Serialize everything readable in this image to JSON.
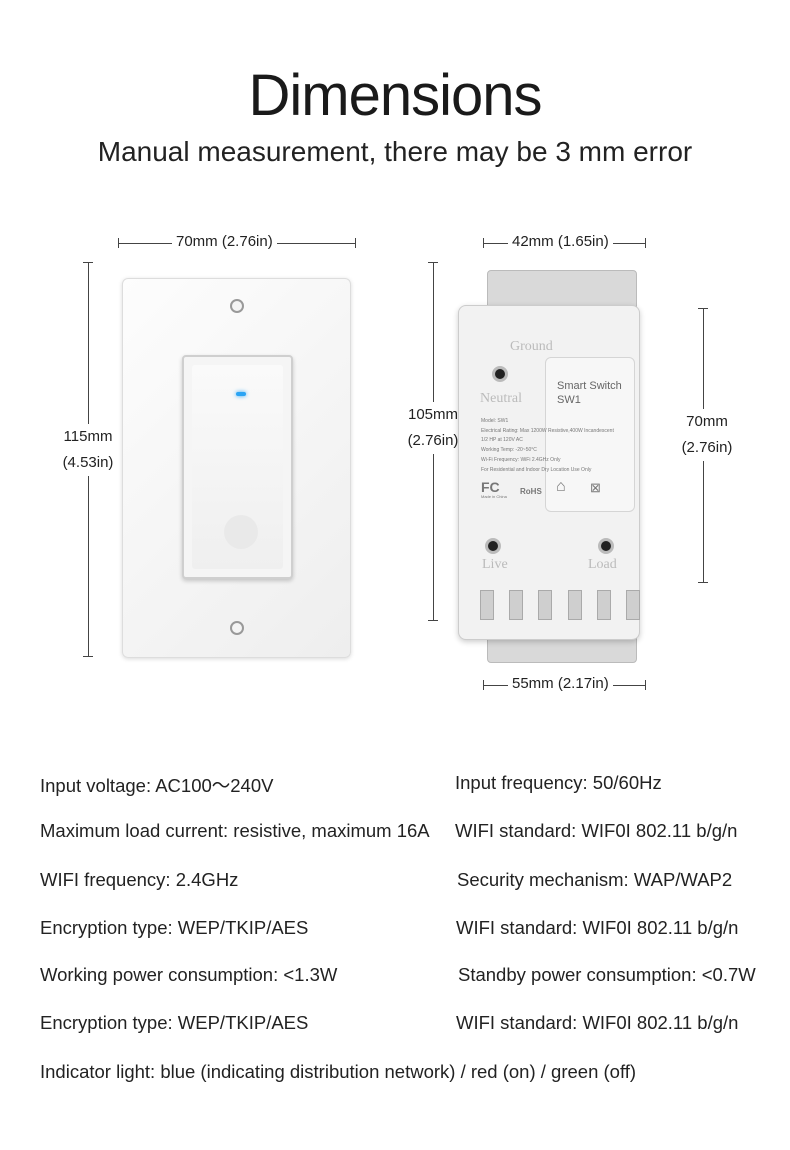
{
  "header": {
    "title": "Dimensions",
    "subtitle": "Manual measurement, there may be 3 mm error"
  },
  "dimensions": {
    "plate_width": "70mm (2.76in)",
    "plate_height_mm": "115mm",
    "plate_height_in": "(4.53in)",
    "module_top_width": "42mm (1.65in)",
    "module_height_mm": "105mm",
    "module_height_in": "(2.76in)",
    "module_body_height_mm": "70mm",
    "module_body_height_in": "(2.76in)",
    "module_bottom_width": "55mm (2.17in)"
  },
  "module_label": {
    "ground": "Ground",
    "neutral": "Neutral",
    "live": "Live",
    "load": "Load",
    "name": "Smart Switch",
    "model_short": "SW1",
    "lines": [
      "Model: SW1",
      "Electrical Rating: Max 1200W Resistive,400W Incandescent",
      "1/2 HP at 120V AC",
      "Working Temp: -20~50°C",
      "Wi-Fi Frequency: WiFi 2.4GHz Only",
      "For Residential and Indoor Dry Location Use Only"
    ],
    "fc": "FC",
    "rohs": "RoHS",
    "made_in": "Made in China"
  },
  "specs": [
    {
      "left": "Input voltage: AC100～240V",
      "right": "Input frequency: 50/60Hz"
    },
    {
      "left": "Maximum load current: resistive, maximum 16A",
      "right": "WIFI standard: WIF0I 802.11 b/g/n"
    },
    {
      "left": "WIFI frequency: 2.4GHz",
      "right": "Security mechanism: WAP/WAP2"
    },
    {
      "left": "Encryption type: WEP/TKIP/AES",
      "right": "WIFI standard: WIF0I 802.11 b/g/n"
    },
    {
      "left": "Working power consumption: <1.3W",
      "right": "Standby power consumption: <0.7W"
    },
    {
      "left": "Encryption type: WEP/TKIP/AES",
      "right": "WIFI standard: WIF0I 802.11 b/g/n"
    },
    {
      "left": "Indicator light: blue (indicating distribution network) / red (on) / green (off)"
    }
  ],
  "colors": {
    "led": "#2aa4f4"
  }
}
